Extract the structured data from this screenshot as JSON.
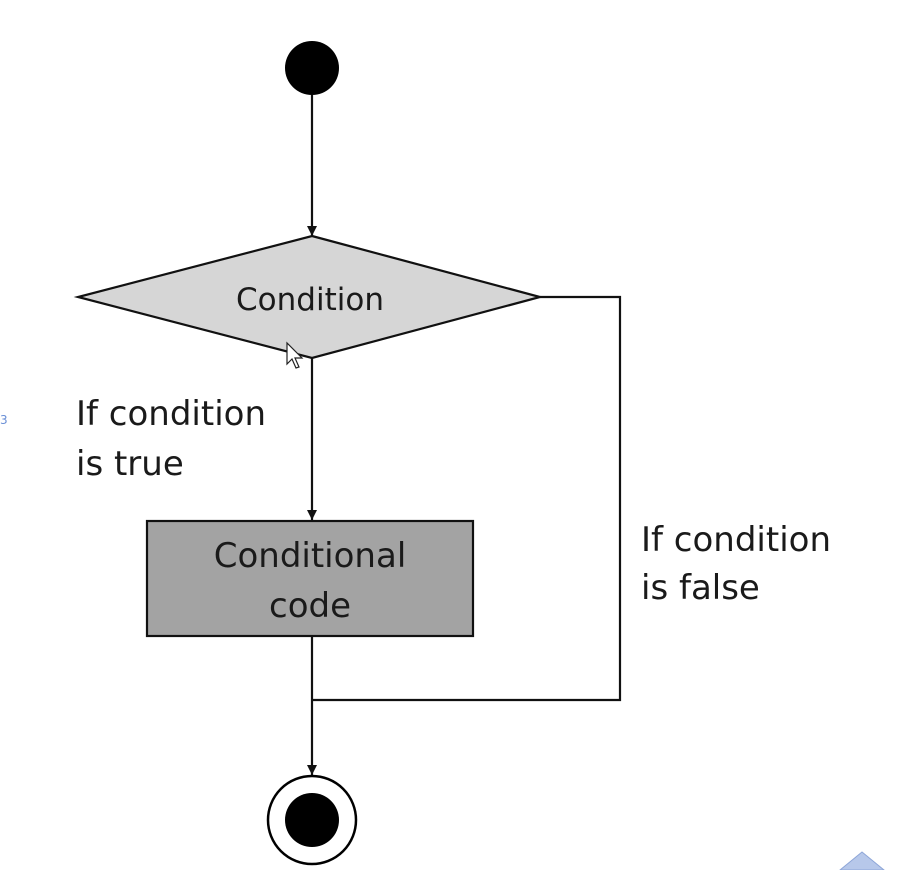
{
  "diagram": {
    "decision_label": "Condition",
    "process_label_line1": "Conditional",
    "process_label_line2": "code",
    "true_branch_line1": "If condition",
    "true_branch_line2": "is true",
    "false_branch_line1": "If condition",
    "false_branch_line2": "is false",
    "edge_tick": "3"
  },
  "colors": {
    "line": "#111111",
    "start_node": "#000000",
    "decision_fill": "#d6d6d6",
    "process_fill": "#a3a3a3",
    "corner_widget": "#b7c8ea"
  },
  "icons": {
    "cursor": "mouse-pointer-icon",
    "corner": "nav-arrow-icon"
  }
}
